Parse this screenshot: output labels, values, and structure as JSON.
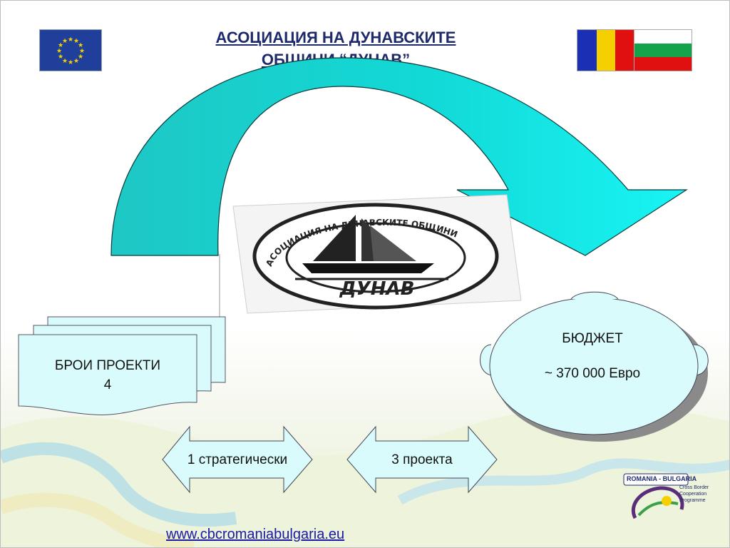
{
  "title": {
    "line1": "АСОЦИАЦИЯ НА ДУНАВСКИТЕ",
    "line2": "ОБЩИНИ “ДУНАВ”"
  },
  "logo": {
    "ring_text": "АСОЦИАЦИЯ НА ДУНАВСКИТЕ ОБЩИНИ",
    "name": "ДУНАВ"
  },
  "projects_box": {
    "line1": "БРОИ ПРОЕКТИ",
    "line2": "4"
  },
  "budget_box": {
    "line1": "БЮДЖЕТ",
    "line2": "~ 370 000 Евро"
  },
  "arrows": [
    {
      "label": "1 стратегически"
    },
    {
      "label": "3 проекта"
    }
  ],
  "footer_link": "www.cbcromaniabulgaria.eu",
  "program_logo": {
    "title": "ROMANIA - BULGARIA",
    "subtitle_lines": [
      "Cross Border",
      "Cooperation",
      "Programme"
    ]
  },
  "colors": {
    "arrow_fill": "#1ec7c4",
    "arrow_fill_light": "#18f0f0",
    "box_fill": "#d9fbfb",
    "title_color": "#1f2a6b",
    "eu_blue": "#1f3f9a",
    "eu_star": "#f5d400"
  },
  "icons": {
    "eu_flag": "eu-flag-icon",
    "romania_flag": "romania-flag-icon",
    "bulgaria_flag": "bulgaria-flag-icon",
    "boat": "sailboat-icon"
  }
}
